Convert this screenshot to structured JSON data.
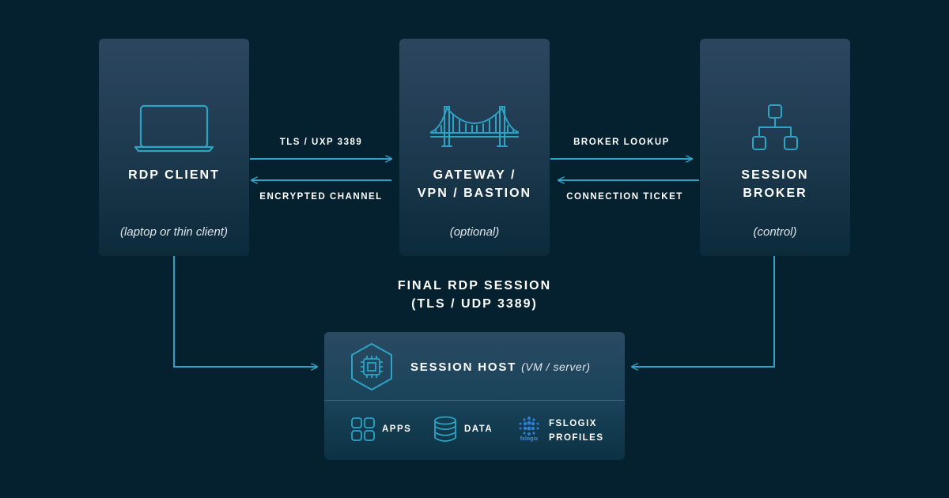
{
  "colors": {
    "background": "#05212f",
    "accent": "#2ea3c4",
    "text": "#ffffff"
  },
  "nodes": {
    "client": {
      "title_line1": "RDP CLIENT",
      "subtitle": "(laptop or thin client)",
      "icon": "laptop-icon"
    },
    "gateway": {
      "title_line1": "GATEWAY /",
      "title_line2": "VPN / BASTION",
      "subtitle": "(optional)",
      "icon": "bridge-icon"
    },
    "broker": {
      "title_line1": "SESSION",
      "title_line2": "BROKER",
      "subtitle": "(control)",
      "icon": "hierarchy-icon"
    },
    "host": {
      "title": "SESSION HOST",
      "note": "(VM / server)",
      "icon": "cpu-chip-icon"
    }
  },
  "edges": {
    "client_to_gateway": "TLS / UXP 3389",
    "gateway_to_client": "ENCRYPTED CHANNEL",
    "gateway_to_broker": "BROKER LOOKUP",
    "broker_to_gateway": "CONNECTION TICKET",
    "final_line1": "FINAL RDP SESSION",
    "final_line2": "(TLS / UDP 3389)"
  },
  "resources": [
    {
      "label": "APPS",
      "icon": "apps-grid-icon"
    },
    {
      "label": "DATA",
      "icon": "database-icon"
    },
    {
      "label_line1": "FSLOGIX",
      "label_line2": "PROFILES",
      "logo_text": "fslogix",
      "icon": "fslogix-logo"
    }
  ]
}
